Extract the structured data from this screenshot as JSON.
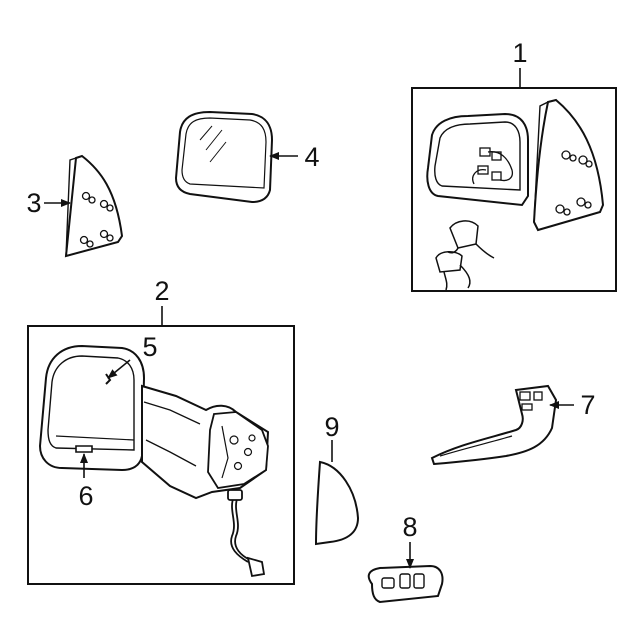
{
  "diagram": {
    "colors": {
      "line": "#111111",
      "background": "#ffffff",
      "glass": "#ffffff"
    },
    "callouts": [
      {
        "id": "1",
        "label": "1",
        "part": "power-mirror-assembly"
      },
      {
        "id": "2",
        "label": "2",
        "part": "tow-mirror-assembly"
      },
      {
        "id": "3",
        "label": "3",
        "part": "mirror-cover"
      },
      {
        "id": "4",
        "label": "4",
        "part": "mirror-glass"
      },
      {
        "id": "5",
        "label": "5",
        "part": "glass-retaining-clip"
      },
      {
        "id": "6",
        "label": "6",
        "part": "signal-lamp"
      },
      {
        "id": "7",
        "label": "7",
        "part": "mirror-bracket"
      },
      {
        "id": "8",
        "label": "8",
        "part": "mirror-switch"
      },
      {
        "id": "9",
        "label": "9",
        "part": "mirror-trim-cover"
      }
    ]
  }
}
